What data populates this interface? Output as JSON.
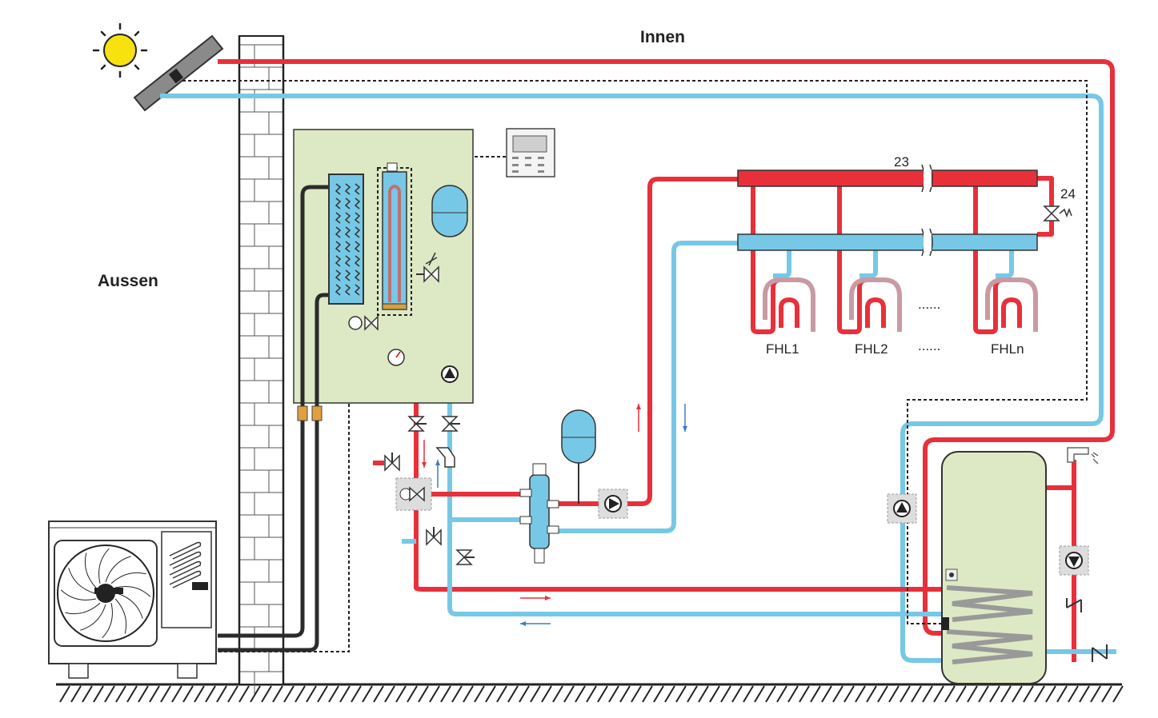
{
  "labels": {
    "inside": "Innen",
    "outside": "Aussen",
    "manifold_number": "23",
    "bypass_valve_number": "24",
    "circuit_1": "FHL1",
    "circuit_2": "FHL2",
    "circuit_dots": "......",
    "circuit_n": "FHLn"
  },
  "colors": {
    "supply": "#e8303a",
    "return": "#76c8e6",
    "module_background": "#dde9c4",
    "refrigerant_line": "#2b2b2b",
    "ground_line": "#222222",
    "sun": "#f7e210",
    "solar_panel": "#8a8a8a",
    "flow_arrow_red": "#e8303a",
    "flow_arrow_blue": "#3a7dc0"
  },
  "icons": {
    "sun": "sun-icon",
    "solar_panel": "solar-panel-icon",
    "outdoor_unit": "heat-pump-outdoor-unit-icon",
    "controller": "room-controller-icon",
    "heat_exchanger": "plate-heat-exchanger-icon",
    "electric_heater": "backup-heater-icon",
    "expansion_vessel": "expansion-vessel-icon",
    "pump": "circulation-pump-icon",
    "hydraulic_separator": "hydraulic-separator-icon",
    "three_way_valve": "three-way-valve-icon",
    "dhw_tank": "hot-water-tank-icon",
    "faucet": "faucet-icon",
    "manometer": "pressure-gauge-icon",
    "safety_valve": "safety-valve-icon",
    "check_valve": "check-valve-icon"
  }
}
